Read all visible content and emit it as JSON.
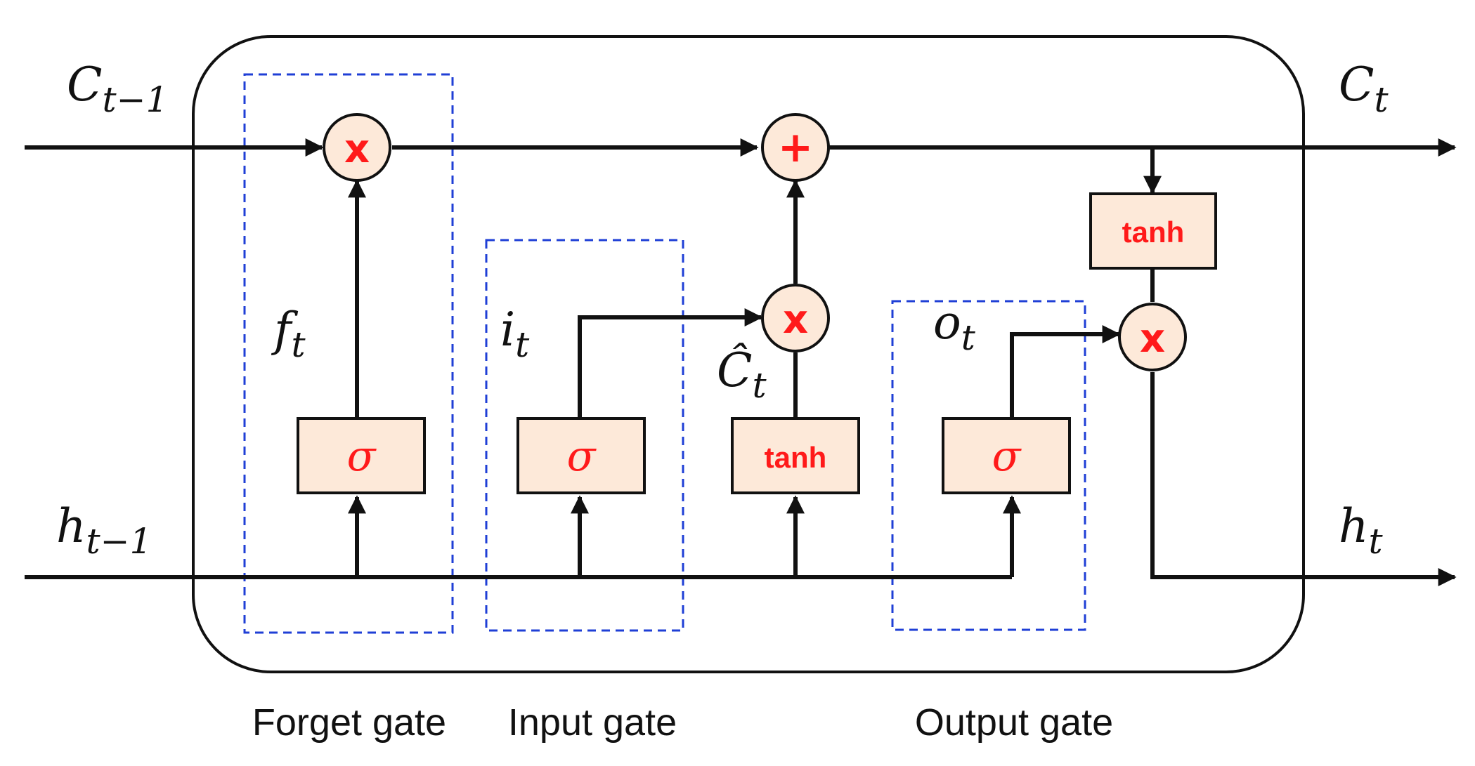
{
  "inputs": {
    "c_prev": {
      "base": "C",
      "sub": "t−1"
    },
    "h_prev": {
      "base": "h",
      "sub": "t−1"
    }
  },
  "outputs": {
    "c_t": {
      "base": "C",
      "sub": "t"
    },
    "h_t": {
      "base": "h",
      "sub": "t"
    }
  },
  "signals": {
    "f_t": {
      "base": "f",
      "sub": "t"
    },
    "i_t": {
      "base": "i",
      "sub": "t"
    },
    "c_hat_t": {
      "base": "Ĉ",
      "sub": "t"
    },
    "o_t": {
      "base": "o",
      "sub": "t"
    }
  },
  "operators": {
    "forget_mul": "x",
    "cell_add": "+",
    "input_mul": "x",
    "output_mul": "x"
  },
  "activations": {
    "forget_sigma": "σ",
    "input_sigma": "σ",
    "candidate_tanh": "tanh",
    "output_sigma": "σ",
    "cell_tanh": "tanh"
  },
  "gate_labels": {
    "forget": "Forget gate",
    "input": "Input gate",
    "output": "Output gate"
  },
  "colors": {
    "line": "#111111",
    "operator_fill": "#fde9d9",
    "box_fill": "#fde9d9",
    "symbol": "#ff1a1a",
    "gate_border": "#1f3fd6"
  }
}
